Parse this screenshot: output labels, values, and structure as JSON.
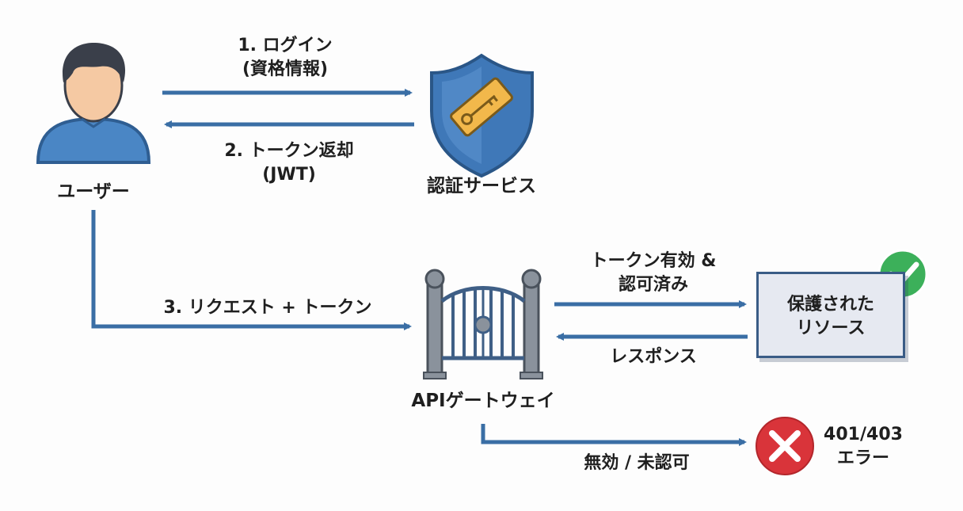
{
  "nodes": {
    "user": "ユーザー",
    "auth_service": "認証サービス",
    "api_gateway": "APIゲートウェイ",
    "protected_resource": {
      "line1": "保護された",
      "line2": "リソース"
    },
    "error": {
      "line1": "401/403",
      "line2": "エラー"
    }
  },
  "edges": {
    "login": {
      "line1": "1. ログイン",
      "line2": "(資格情報)"
    },
    "token_return": {
      "line1": "2. トークン返却",
      "line2": "(JWT)"
    },
    "request": "3. リクエスト + トークン",
    "token_valid": {
      "line1": "トークン有効 &",
      "line2": "認可済み"
    },
    "response": "レスポンス",
    "invalid": "無効 / 未認可"
  },
  "icons": {
    "user": "user-icon",
    "auth": "shield-key-icon",
    "gateway": "gate-icon",
    "success": "check-icon",
    "failure": "x-icon"
  },
  "colors": {
    "arrow": "#3a6ea5",
    "user_blue": "#4a86c5",
    "skin": "#f5c9a3",
    "hair": "#3a3f4a",
    "shield": "#3f78b8",
    "key": "#f2b84b",
    "gate": "#8a929c",
    "check": "#3cb05a",
    "error": "#d9343a"
  }
}
